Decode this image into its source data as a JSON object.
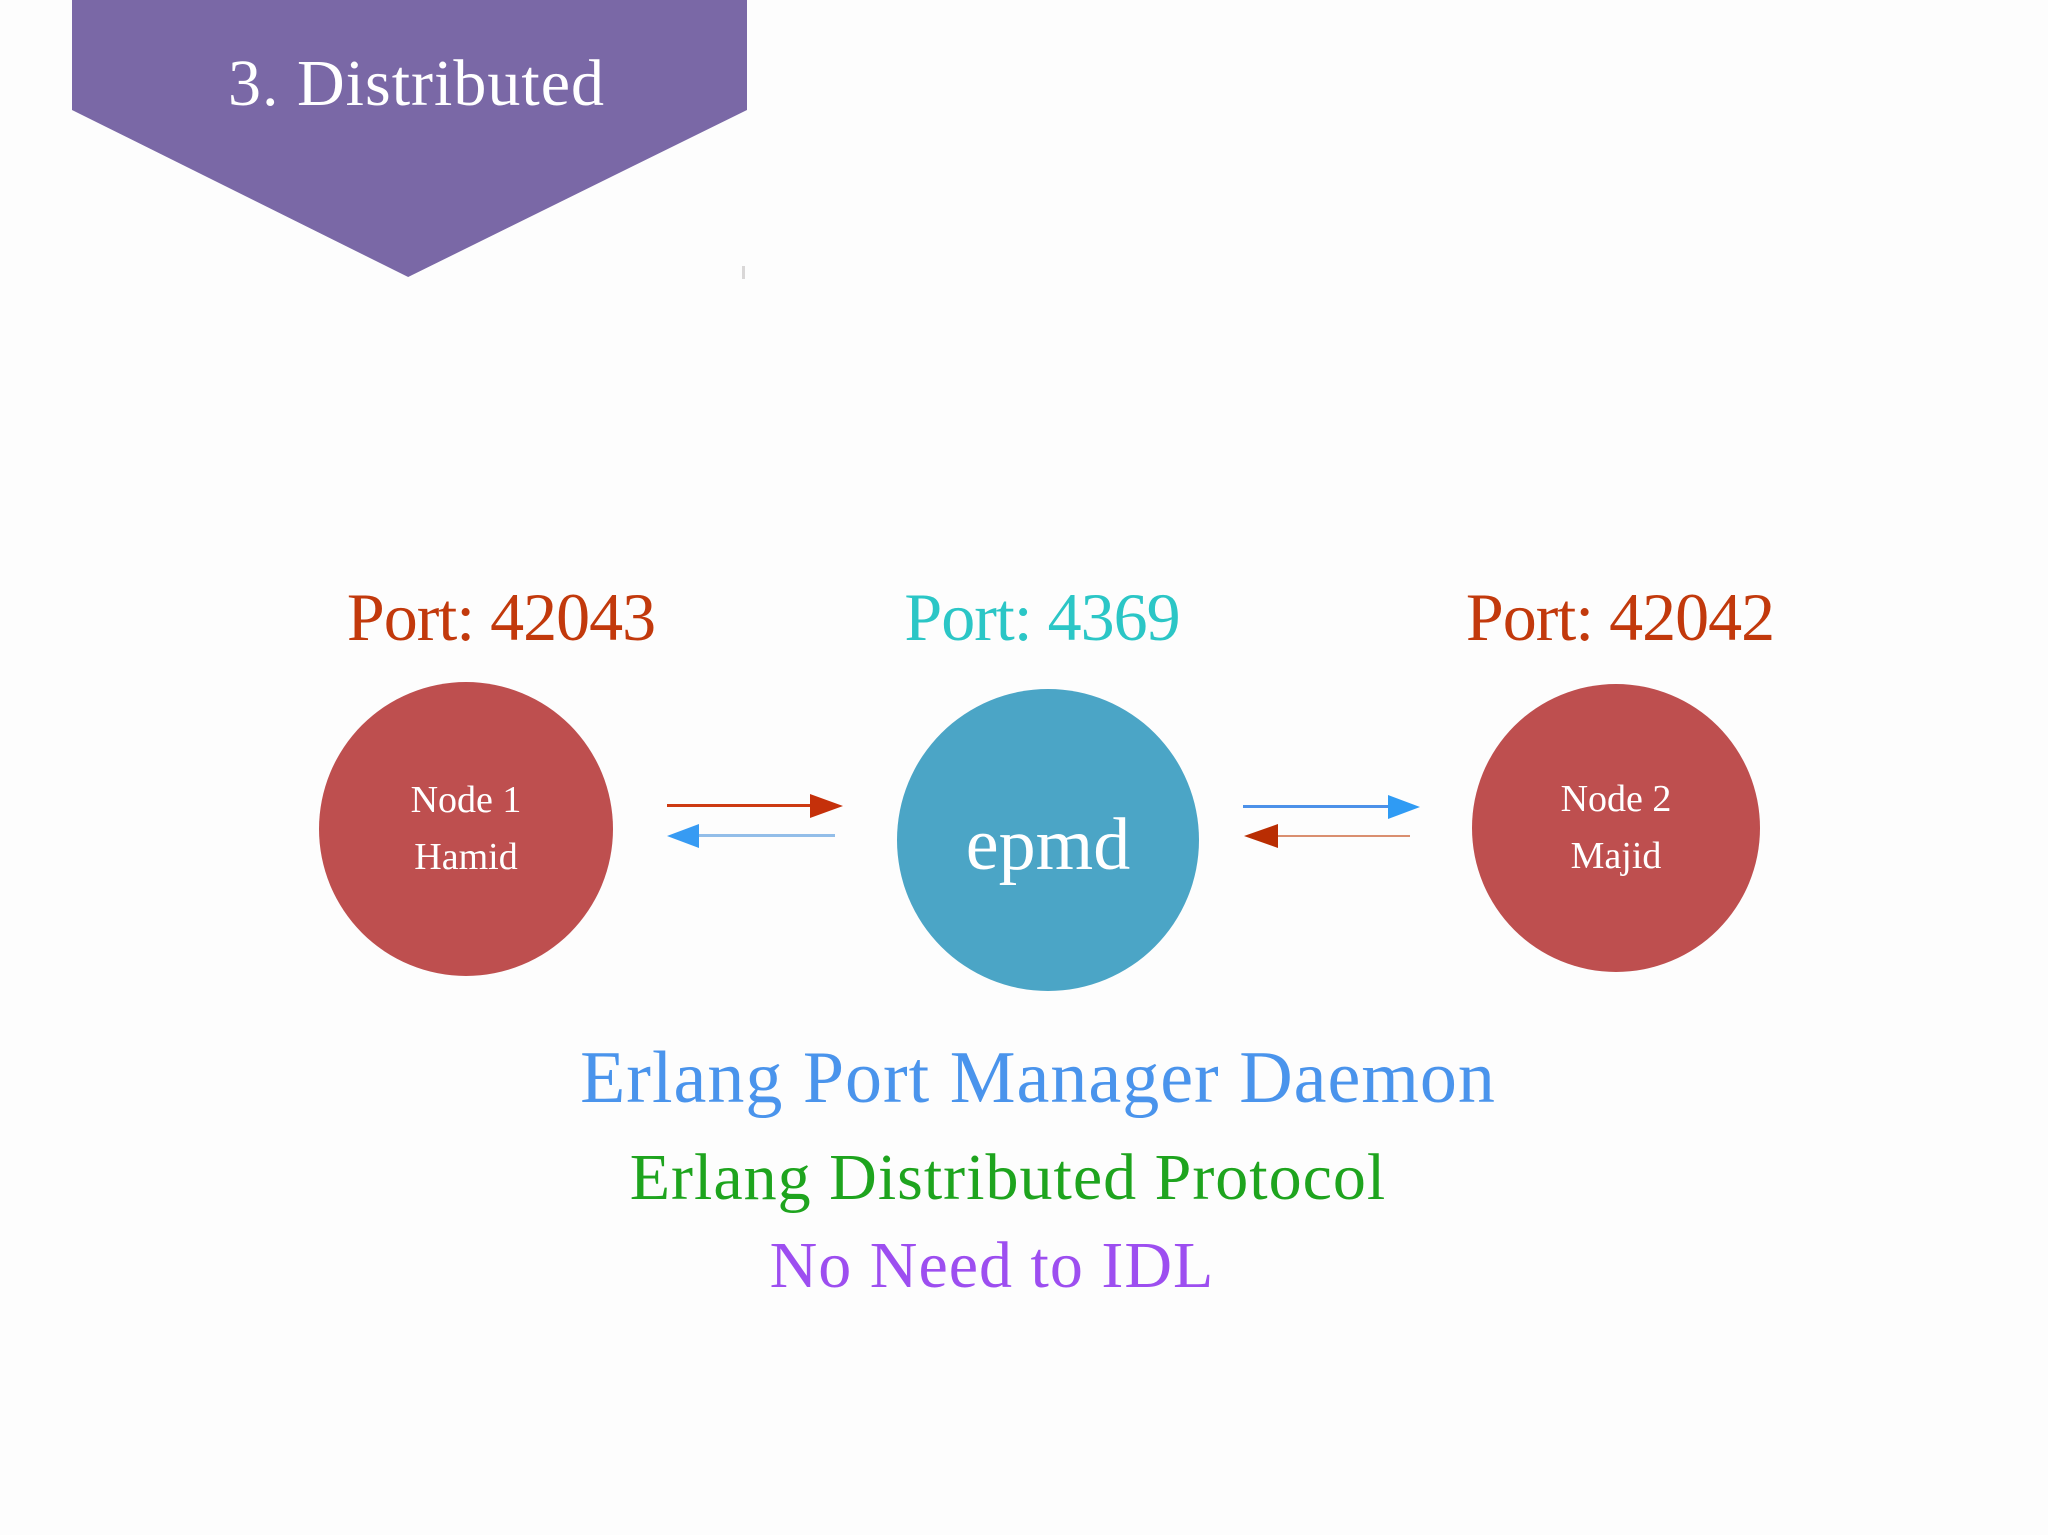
{
  "banner": {
    "label": "3. Distributed",
    "background_color": "#7A68A6",
    "text_color": "#FFFFFF"
  },
  "nodes": [
    {
      "id": "node1",
      "port_label": "Port: 42043",
      "port_color": "#C2390C",
      "circle_color": "#BE4F4F",
      "text_color": "#FFFFFF",
      "lines": [
        "Node 1",
        "Hamid"
      ]
    },
    {
      "id": "epmd",
      "port_label": "Port: 4369",
      "port_color": "#2BC6C6",
      "circle_color": "#4BA5C6",
      "text_color": "#FFFFFF",
      "lines": [
        "epmd"
      ]
    },
    {
      "id": "node2",
      "port_label": "Port: 42042",
      "port_color": "#C2390C",
      "circle_color": "#BE4F4F",
      "text_color": "#FFFFFF",
      "lines": [
        "Node 2",
        "Majid"
      ]
    }
  ],
  "arrows": [
    {
      "between": "node1-epmd",
      "direction": "right",
      "color": "#C5300A"
    },
    {
      "between": "node1-epmd",
      "direction": "left",
      "color": "#379BF3"
    },
    {
      "between": "epmd-node2",
      "direction": "right",
      "color": "#2F9BF4"
    },
    {
      "between": "epmd-node2",
      "direction": "left",
      "color": "#B92D02"
    }
  ],
  "captions": [
    {
      "text": "Erlang Port Manager Daemon",
      "color": "#4A94EC"
    },
    {
      "text": "Erlang Distributed Protocol",
      "color": "#1EA41E"
    },
    {
      "text": "No Need to IDL",
      "color": "#9D4EF0"
    }
  ]
}
